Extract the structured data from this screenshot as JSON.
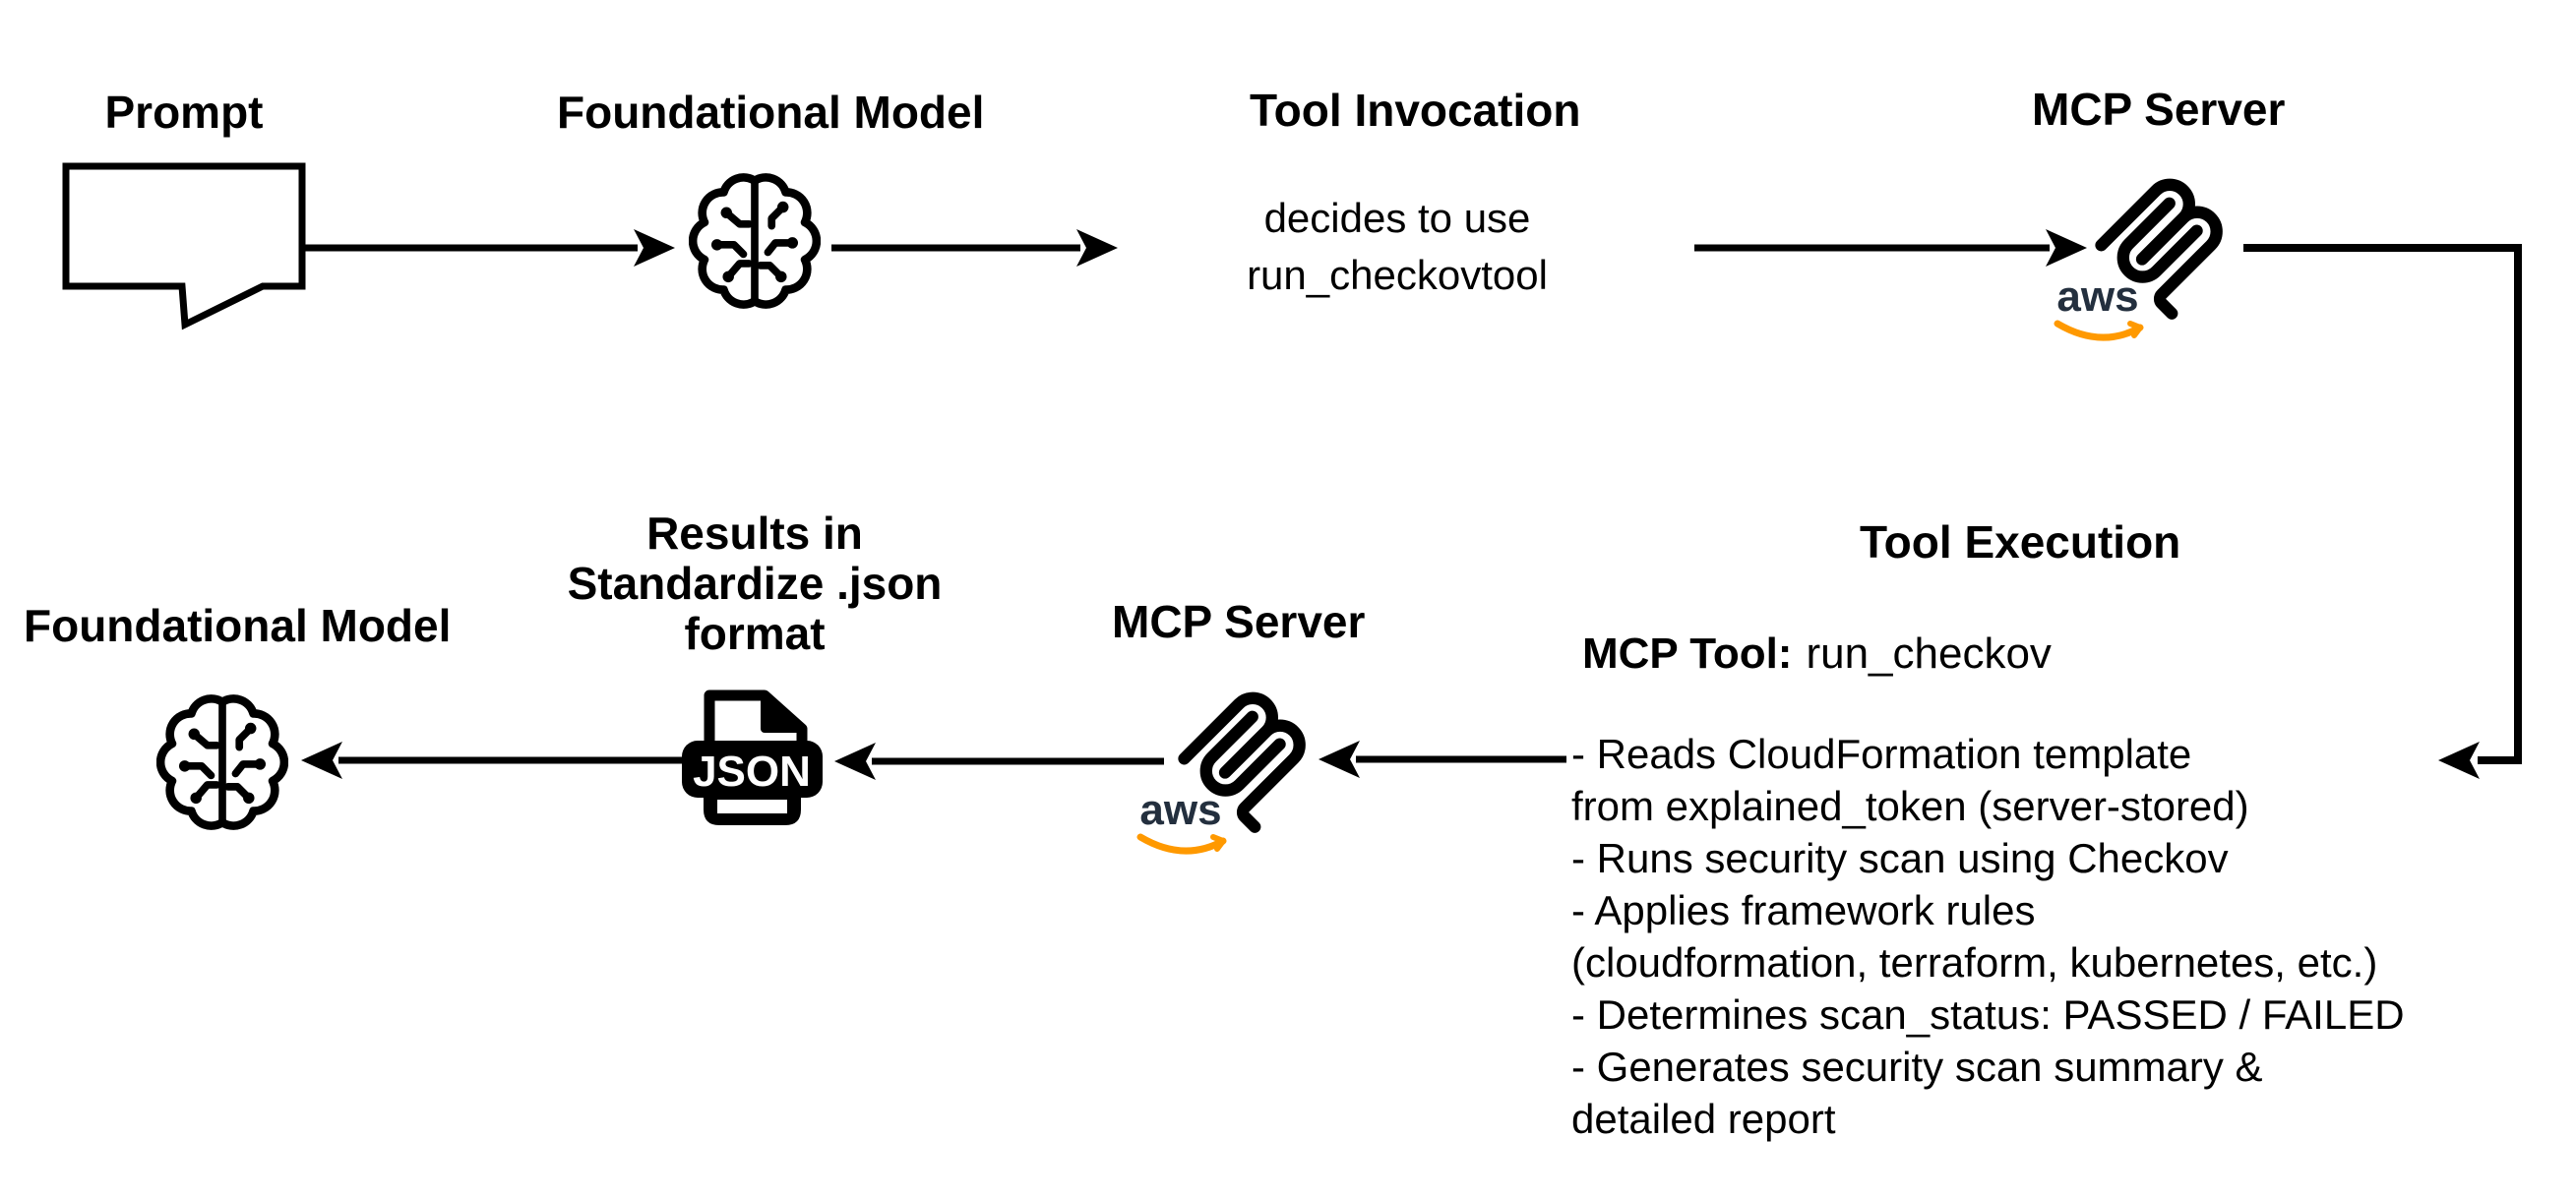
{
  "prompt": {
    "label": "Prompt"
  },
  "foundational_model_1": {
    "label": "Foundational Model"
  },
  "tool_invocation": {
    "label": "Tool Invocation",
    "body_line1": "decides to use",
    "body_line2": "run_checkovtool"
  },
  "mcp_server_1": {
    "label": "MCP Server",
    "aws_text": "aws"
  },
  "foundational_model_2": {
    "label": "Foundational Model"
  },
  "results": {
    "label_line1": "Results in",
    "label_line2": "Standardize .json",
    "label_line3": "format",
    "badge": "JSON"
  },
  "mcp_server_2": {
    "label": "MCP Server",
    "aws_text": "aws"
  },
  "tool_execution": {
    "label": "Tool Execution",
    "tool_heading_bold": "MCP Tool:",
    "tool_heading_rest": "run_checkov",
    "details": [
      "- Reads CloudFormation template",
      "from explained_token (server-stored)",
      "- Runs security scan using Checkov",
      "- Applies framework rules",
      "(cloudformation, terraform, kubernetes, etc.)",
      "- Determines scan_status: PASSED / FAILED",
      "- Generates security scan summary &",
      "detailed report"
    ]
  },
  "colors": {
    "stroke": "#000000",
    "aws_navy": "#232F3E",
    "aws_orange": "#FF9900"
  }
}
